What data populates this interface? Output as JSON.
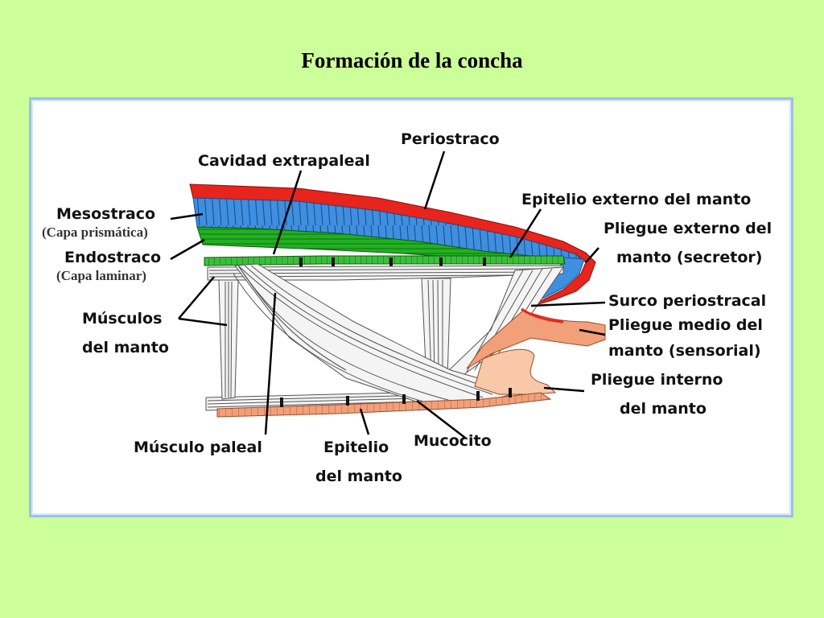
{
  "title": "Formación de la concha",
  "labels": {
    "periostraco": "Periostraco",
    "cavidad_extrapaleal": "Cavidad extrapaleal",
    "epitelio_externo": "Epitelio externo del manto",
    "mesostraco": "Mesostraco",
    "capa_prismatica": "(Capa prismática)",
    "endostraco": "Endostraco",
    "capa_laminar": "(Capa laminar)",
    "pliegue_externo_1": "Pliegue externo del",
    "pliegue_externo_2": "manto (secretor)",
    "surco_periostracal": "Surco periostracal",
    "pliegue_medio_1": "Pliegue medio del",
    "pliegue_medio_2": "manto (sensorial)",
    "musculos_1": "Músculos",
    "musculos_2": "del manto",
    "pliegue_interno_1": "Pliegue interno",
    "pliegue_interno_2": "del manto",
    "musculo_paleal": "Músculo paleal",
    "epitelio_1": "Epitelio",
    "epitelio_2": "del manto",
    "mucocito": "Mucocito"
  },
  "colors": {
    "background": "#ccff99",
    "periostracum": "#e8241c",
    "prismatic_layer": "#3f8fe0",
    "laminar_layer": "#22b022",
    "epithelium": "#f2a07a",
    "frame": "#9cc0e8"
  }
}
